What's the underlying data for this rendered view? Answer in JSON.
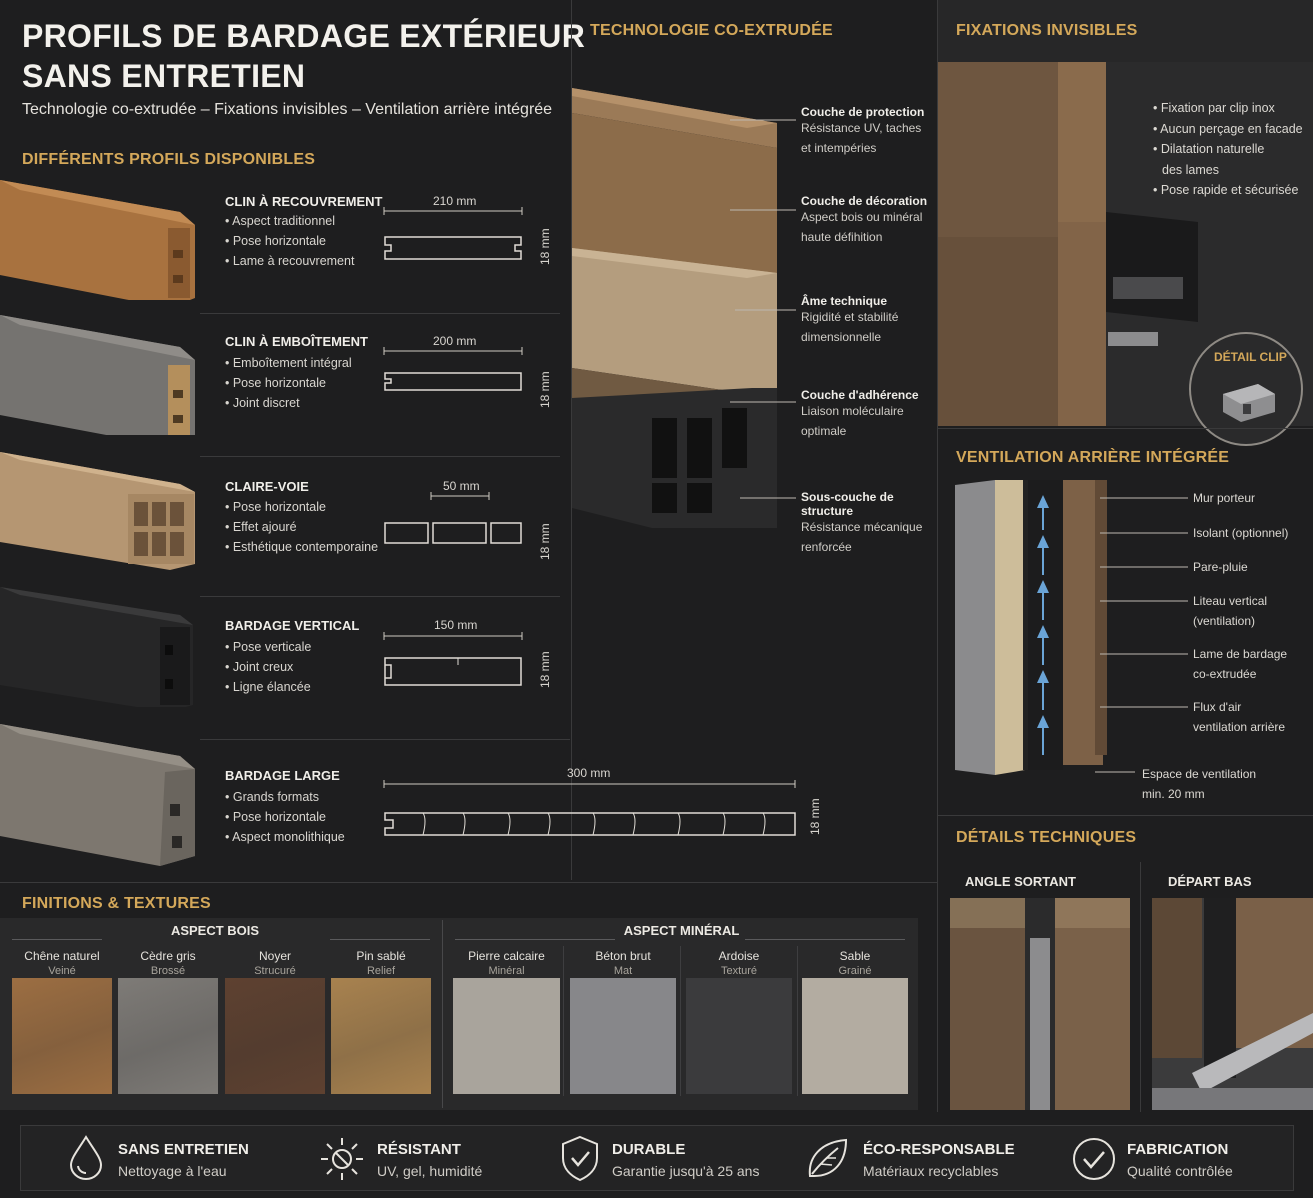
{
  "header": {
    "title_line1": "PROFILS DE BARDAGE EXTÉRIEUR",
    "title_line2": "SANS ENTRETIEN",
    "subtitle": "Technologie co-extrudée – Fixations invisibles – Ventilation arrière intégrée"
  },
  "profiles_section": {
    "heading": "DIFFÉRENTS PROFILS DISPONIBLES",
    "items": [
      {
        "name": "CLIN À RECOUVREMENT",
        "bullets": [
          "• Aspect traditionnel",
          "• Pose horizontale",
          "• Lame à recouvrement"
        ],
        "width": "210 mm",
        "thickness": "18 mm"
      },
      {
        "name": "CLIN À EMBOÎTEMENT",
        "bullets": [
          "• Emboîtement intégral",
          "• Pose horizontale",
          "• Joint discret"
        ],
        "width": "200 mm",
        "thickness": "18 mm"
      },
      {
        "name": "CLAIRE-VOIE",
        "bullets": [
          "• Pose horizontale",
          "• Effet ajouré",
          "• Esthétique contemporaine"
        ],
        "width": "50 mm",
        "thickness": "18 mm"
      },
      {
        "name": "BARDAGE VERTICAL",
        "bullets": [
          "• Pose verticale",
          "• Joint creux",
          "• Ligne élancée"
        ],
        "width": "150 mm",
        "thickness": "18 mm"
      },
      {
        "name": "BARDAGE LARGE",
        "bullets": [
          "• Grands formats",
          "• Pose horizontale",
          "• Aspect monolithique"
        ],
        "width": "300 mm",
        "thickness": "18 mm"
      }
    ]
  },
  "coextrusion": {
    "heading": "TECHNOLOGIE CO-EXTRUDÉE",
    "layers": [
      {
        "title": "Couche de protection",
        "desc1": "Résistance UV, taches",
        "desc2": "et intempéries"
      },
      {
        "title": "Couche de décoration",
        "desc1": "Aspect bois ou minéral",
        "desc2": "haute défihition"
      },
      {
        "title": "Âme technique",
        "desc1": "Rigidité et stabilité",
        "desc2": "dimensionnelle"
      },
      {
        "title": "Couche d'adhérence",
        "desc1": "Liaison moléculaire",
        "desc2": "optimale"
      },
      {
        "title": "Sous-couche de structure",
        "desc1": "Résistance mécanique",
        "desc2": "renforcée"
      }
    ]
  },
  "fixations": {
    "heading": "FIXATIONS INVISIBLES",
    "bullets": [
      "• Fixation par clip inox",
      "• Aucun perçage en facade",
      "• Dilatation naturelle",
      "des lames",
      "• Pose rapide et sécurisée"
    ],
    "clip_label": "DÉTAIL CLIP"
  },
  "ventilation": {
    "heading": "VENTILATION ARRIÈRE INTÉGRÉE",
    "labels": [
      {
        "l1": "Mur porteur",
        "l2": ""
      },
      {
        "l1": "Isolant (optionnel)",
        "l2": ""
      },
      {
        "l1": "Pare-pluie",
        "l2": ""
      },
      {
        "l1": "Liteau vertical",
        "l2": "(ventilation)"
      },
      {
        "l1": "Lame de bardage",
        "l2": "co-extrudée"
      },
      {
        "l1": "Flux d'air",
        "l2": "ventilation arrière"
      }
    ],
    "gap_l1": "Espace de ventilation",
    "gap_l2": "min. 20 mm"
  },
  "details": {
    "heading": "DÉTAILS TECHNIQUES",
    "angle": "ANGLE SORTANT",
    "depart": "DÉPART BAS"
  },
  "finishes": {
    "heading": "FINITIONS & TEXTURES",
    "wood_heading": "ASPECT BOIS",
    "mineral_heading": "ASPECT MINÉRAL",
    "wood": [
      {
        "name": "Chêne naturel",
        "sub": "Veiné",
        "color": "#9c6e42"
      },
      {
        "name": "Cèdre gris",
        "sub": "Brossé",
        "color": "#7e7b77"
      },
      {
        "name": "Noyer",
        "sub": "Strucuré",
        "color": "#5e4130"
      },
      {
        "name": "Pin sablé",
        "sub": "Relief",
        "color": "#a8824f"
      }
    ],
    "mineral": [
      {
        "name": "Pierre calcaire",
        "sub": "Minéral",
        "color": "#a9a49c"
      },
      {
        "name": "Béton brut",
        "sub": "Mat",
        "color": "#87878a"
      },
      {
        "name": "Ardoise",
        "sub": "Texturé",
        "color": "#3b3b3d"
      },
      {
        "name": "Sable",
        "sub": "Grainé",
        "color": "#b3aca1"
      }
    ]
  },
  "features": [
    {
      "title": "SANS ENTRETIEN",
      "sub": "Nettoyage à l'eau",
      "icon": "water-drop-icon"
    },
    {
      "title": "RÉSISTANT",
      "sub": "UV, gel, humidité",
      "icon": "sun-snow-icon"
    },
    {
      "title": "DURABLE",
      "sub": "Garantie jusqu'à 25 ans",
      "icon": "shield-check-icon"
    },
    {
      "title": "ÉCO-RESPONSABLE",
      "sub": "Matériaux recyclables",
      "icon": "leaf-icon"
    },
    {
      "title": "FABRICATION",
      "sub": "Qualité contrôlée",
      "icon": "check-circle-icon"
    }
  ]
}
